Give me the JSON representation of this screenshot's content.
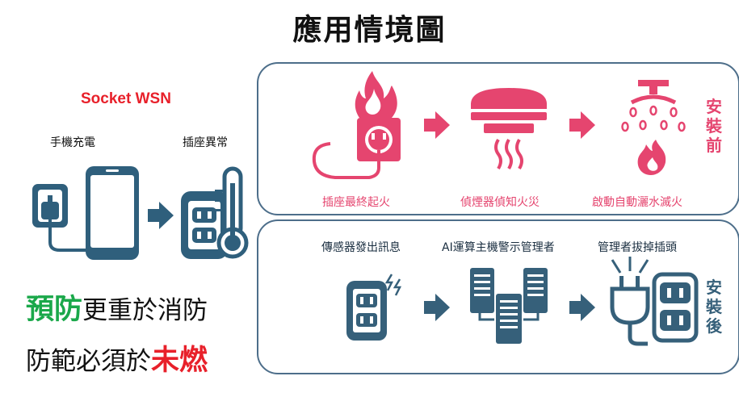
{
  "title": "應用情境圖",
  "left": {
    "heading": "Socket WSN",
    "label_phone": "手機充電",
    "label_socket": "插座異常",
    "slogan": {
      "line1_emph": "預防",
      "line1_rest": "更重於消防",
      "line2_start": "防範必須於",
      "line2_emph": "未燃"
    }
  },
  "before": {
    "side_label": [
      "安",
      "裝",
      "前"
    ],
    "steps": [
      "插座最終起火",
      "偵煙器偵知火災",
      "啟動自動灑水滅火"
    ]
  },
  "after": {
    "side_label": [
      "安",
      "裝",
      "後"
    ],
    "steps": [
      "傳感器發出訊息",
      "AI運算主機警示管理者",
      "管理者拔掉插頭"
    ]
  },
  "colors": {
    "pink": "#e5456f",
    "steel": "#36607a",
    "red": "#e8202a",
    "green": "#1aa84a"
  }
}
